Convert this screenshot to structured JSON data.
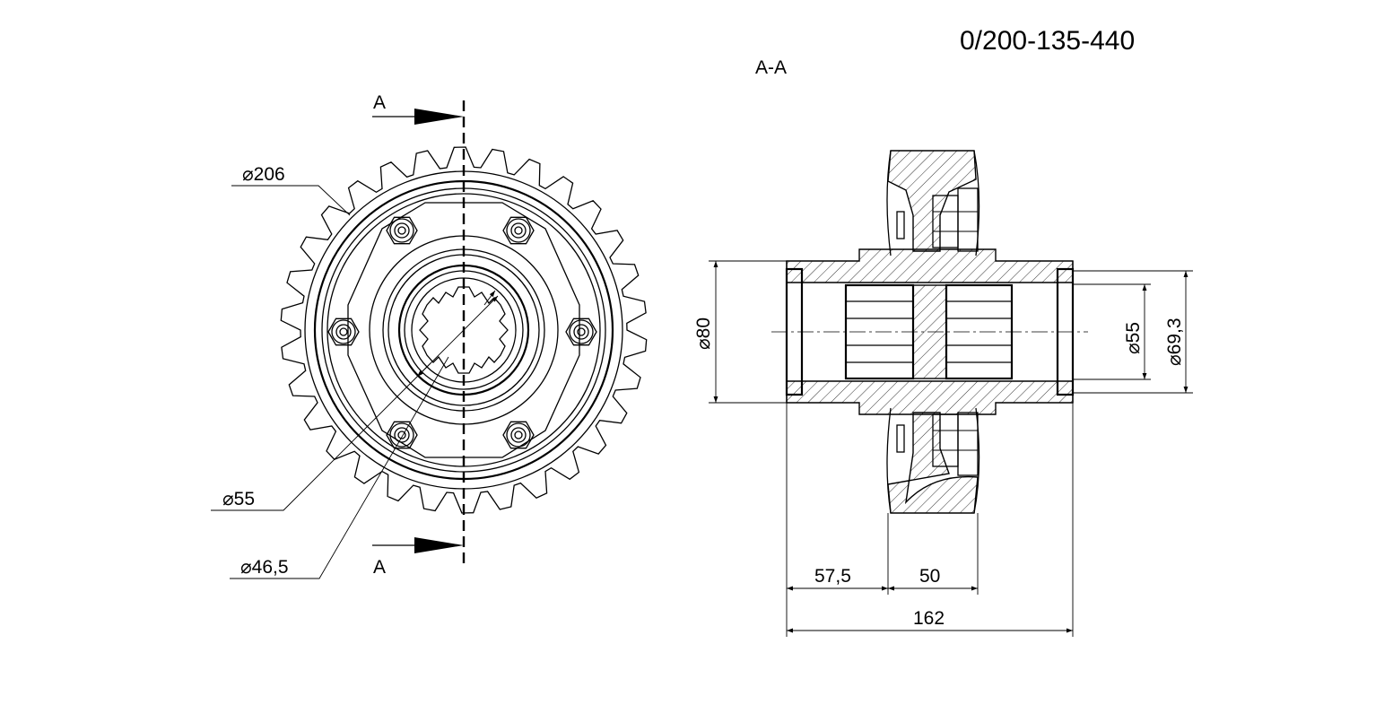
{
  "drawing": {
    "part_number": "0/200-135-440",
    "section_title": "A-A",
    "section_mark_top": "A",
    "section_mark_bottom": "A"
  },
  "front_view": {
    "dim_outer": "⌀206",
    "dim_bore_55": "⌀55",
    "dim_spline_46": "⌀46,5"
  },
  "section_view": {
    "dim_left_80": "⌀80",
    "dim_right_55": "⌀55",
    "dim_right_69": "⌀69,3",
    "dim_57": "57,5",
    "dim_50": "50",
    "dim_162": "162"
  }
}
